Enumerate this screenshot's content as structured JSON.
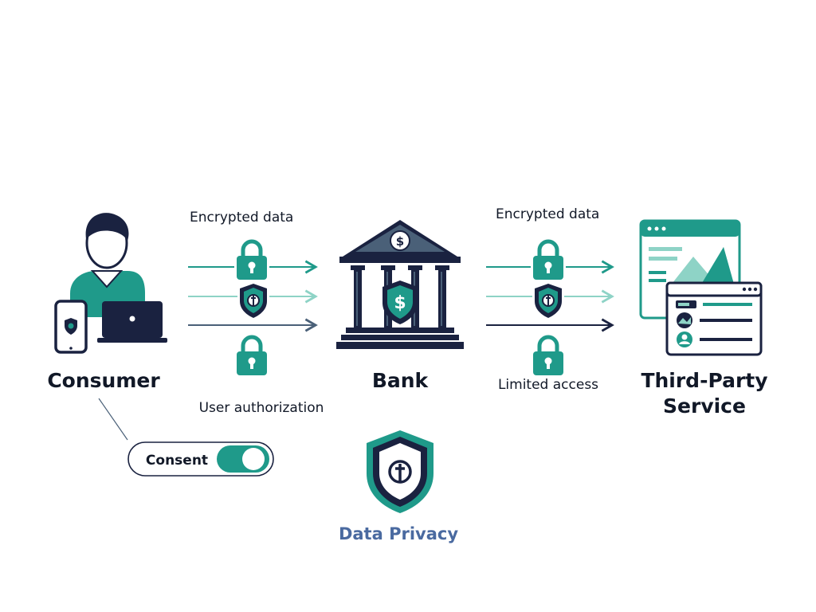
{
  "colors": {
    "teal": "#1f9a8a",
    "teal_light": "#8ed3c6",
    "navy": "#1a2240",
    "slate": "#4a6078",
    "privacy_text": "#4a6aa0"
  },
  "actors": {
    "consumer": "Consumer",
    "bank": "Bank",
    "third_party_line1": "Third-Party",
    "third_party_line2": "Service"
  },
  "flows": {
    "left_top": "Encrypted data",
    "left_bottom": "User authorization",
    "right_top": "Encrypted data",
    "right_bottom": "Limited access"
  },
  "consent": {
    "label": "Consent",
    "enabled": true
  },
  "privacy": {
    "label": "Data Privacy"
  },
  "icons": [
    "person-icon",
    "phone-icon",
    "laptop-icon",
    "lock-icon",
    "shield-icon",
    "bank-icon",
    "browser-window-icon",
    "toggle-switch"
  ]
}
